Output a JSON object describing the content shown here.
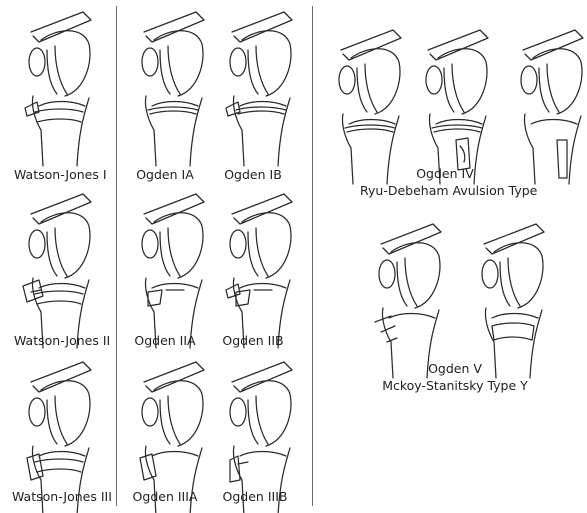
{
  "figure": {
    "columns": {
      "watson_jones": [
        "Watson-Jones I",
        "Watson-Jones II",
        "Watson-Jones III"
      ],
      "ogden_a": [
        "Ogden IA",
        "Ogden IIA",
        "Ogden IIIA"
      ],
      "ogden_b": [
        "Ogden IB",
        "Ogden IIB",
        "Ogden IIIB"
      ]
    },
    "ogden_iv": {
      "title": "Ogden IV",
      "subtitle": "Ryu-Debeham Avulsion Type"
    },
    "ogden_v": {
      "title": "Ogden V",
      "subtitle": "Mckoy-Stanitsky Type Y"
    }
  }
}
